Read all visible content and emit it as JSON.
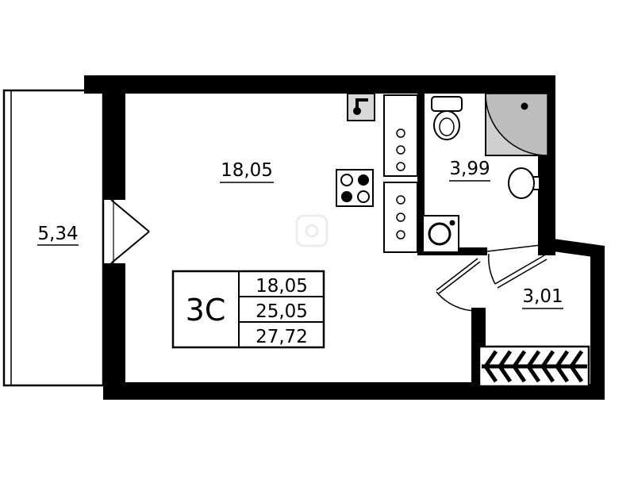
{
  "plan": {
    "kind": "apartment-floor-plan",
    "rooms": {
      "living": {
        "area": "18,05"
      },
      "balcony": {
        "area": "5,34"
      },
      "bathroom": {
        "area": "3,99"
      },
      "hallway": {
        "area": "3,01"
      }
    },
    "legend": {
      "apartment_type": "3С",
      "rows": [
        "18,05",
        "25,05",
        "27,72"
      ]
    },
    "icons": {
      "stove": "four-burner-stove",
      "kitchen_sink": "counter-with-tap",
      "cabinets": "cabinet-column-with-knobs",
      "toilet": "toilet-with-tank",
      "shower": "corner-shower-tray",
      "washbasin": "oval-basin-on-wall",
      "washing_machine": "front-loader-drum",
      "entrance_door": "chevron-hatch-block",
      "doors": "swing-arc"
    },
    "colors": {
      "wall": "#000000",
      "background": "#ffffff",
      "shower_fill": "#cfcfcf",
      "shower_tray_fill": "#bdbdbd",
      "sink_counter_fill": "#d8d8d8",
      "watermark": "#ececec"
    }
  }
}
